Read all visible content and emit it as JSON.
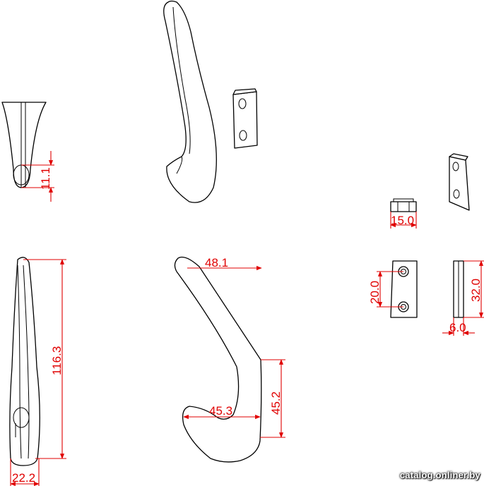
{
  "dimensions": {
    "tip_width": "11.1",
    "hook_top_width": "48.1",
    "plate_top_width": "15.0",
    "plate_hole_spacing": "20.0",
    "plate_height": "32.0",
    "plate_thickness": "6.0",
    "hook_length": "116.3",
    "hook_inner_width": "45.3",
    "hook_depth": "45.2",
    "hook_width": "22.2"
  },
  "watermark": "catalog.onliner.by",
  "colors": {
    "dimension": "#e00000",
    "outline": "#000000",
    "background": "#ffffff"
  }
}
